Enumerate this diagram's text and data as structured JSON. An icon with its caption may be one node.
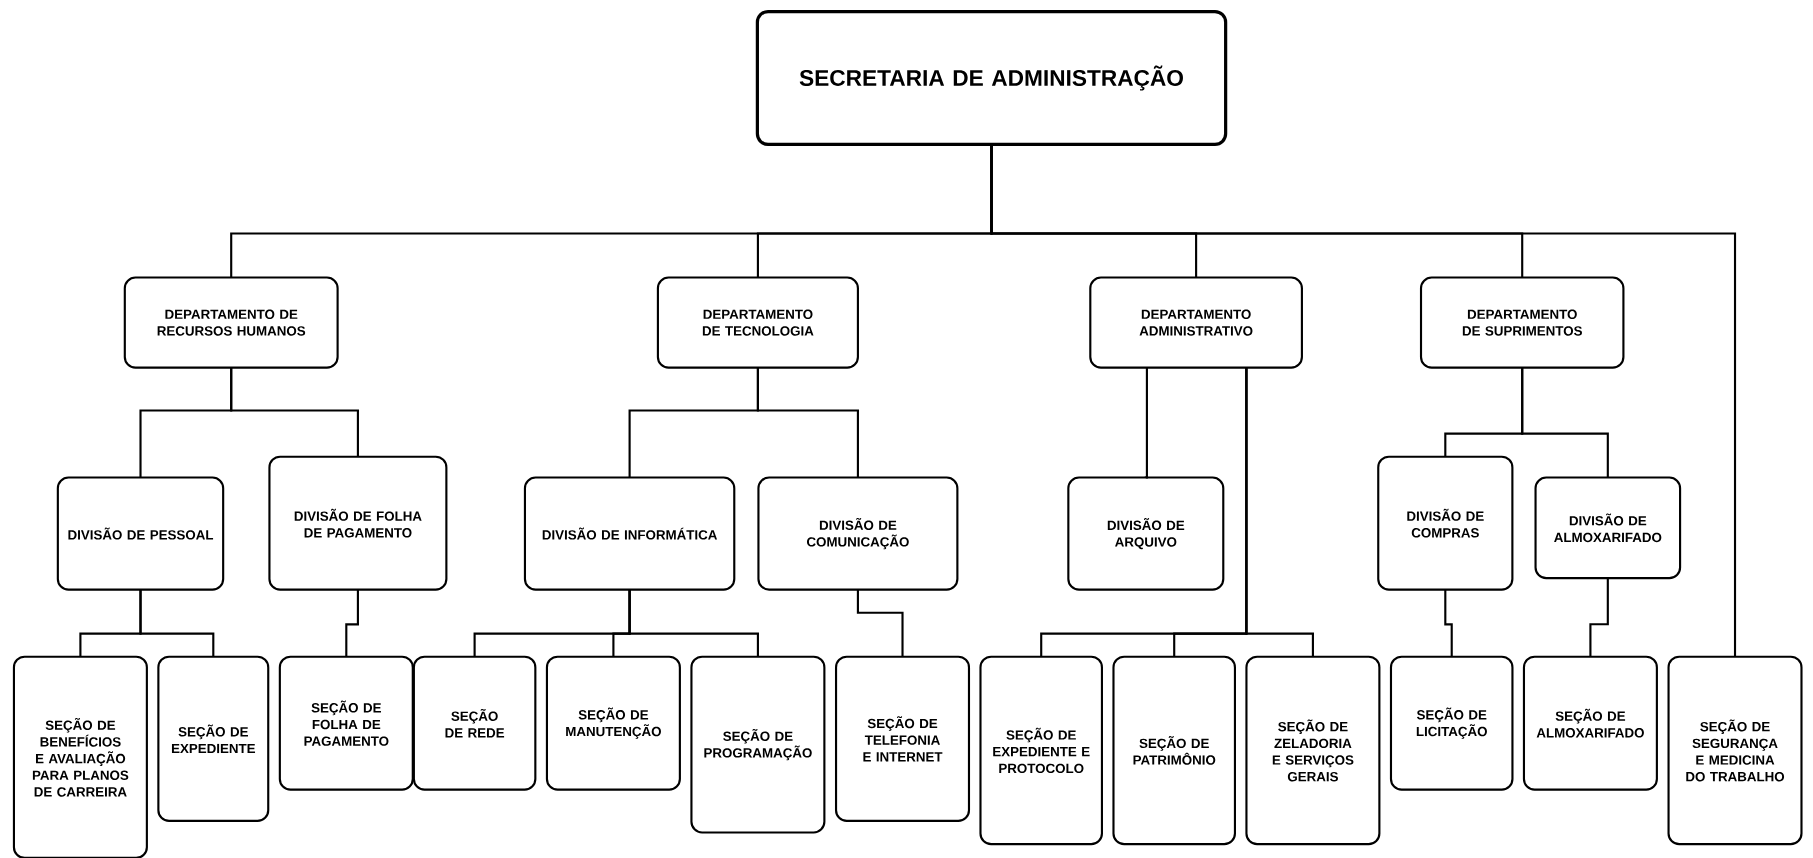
{
  "diagram": {
    "nodes": [
      {
        "text": [
          "SECRETARIA DE ADMINISTRAÇÃO"
        ]
      },
      {
        "text": [
          "DEPARTAMENTO DE RECURSOS HUMANOS"
        ]
      },
      {
        "text": [
          "DEPARTAMENTO DE TECNOLOGIA"
        ]
      },
      {
        "text": [
          "DEPARTAMENTO ADMINISTRATIVO"
        ]
      },
      {
        "text": [
          "DEPARTAMENTO DE SUPRIMENTOS"
        ]
      },
      {
        "text": [
          "DIVISÃO DE PESSOAL"
        ]
      },
      {
        "text": [
          "DIVISÃO DE FOLHA DE PAGAMENTO"
        ]
      },
      {
        "text": [
          "DIVISÃO DE INFORMÁTICA"
        ]
      },
      {
        "text": [
          "DIVISÃO DE COMUNICAÇÃO"
        ]
      },
      {
        "text": [
          "DIVISÃO DE ARQUIVO"
        ]
      },
      {
        "text": [
          "DIVISÃO DE COMPRAS"
        ]
      },
      {
        "text": [
          "DIVISÃO DE ALMOXARIFADO"
        ]
      },
      {
        "text": [
          "SEÇÃO DE BENEFÍCIOS E AVALIAÇÃO PARA PLANOS DE CARREIRA"
        ]
      },
      {
        "text": [
          "SEÇÃO DE EXPEDIENTE"
        ]
      },
      {
        "text": [
          "SEÇÃO DE FOLHA DE PAGAMENTO"
        ]
      },
      {
        "text": [
          "SEÇÃO DE REDE"
        ]
      },
      {
        "text": [
          "SEÇÃO DE MANUTENÇÃO"
        ]
      },
      {
        "text": [
          "SEÇÃO DE PROGRAMAÇÃO"
        ]
      },
      {
        "text": [
          "SEÇÃO DE TELEFONIA E INTERNET"
        ]
      },
      {
        "text": [
          "SEÇÃO DE EXPEDIENTE E PROTOCOLO"
        ]
      },
      {
        "text": [
          "SEÇÃO DE PATRIMÔNIO"
        ]
      },
      {
        "text": [
          "SEÇÃO DE ZELADORIA E SERVIÇOS GERAIS"
        ]
      },
      {
        "text": [
          "SEÇÃO DE LICITAÇÃO"
        ]
      },
      {
        "text": [
          "SEÇÃO DE ALMOXARIFADO"
        ]
      },
      {
        "text": [
          "SEÇÃO DE SEGURANÇA E MEDICINA DO TRABALHO"
        ]
      }
    ],
    "edges": [
      {
        "from": 0,
        "to": 1,
        "arrow": "none"
      },
      {
        "from": 0,
        "to": 2,
        "arrow": "none"
      },
      {
        "from": 0,
        "to": 3,
        "arrow": "none"
      },
      {
        "from": 0,
        "to": 4,
        "arrow": "none"
      },
      {
        "from": 0,
        "to": 24,
        "arrow": "none"
      },
      {
        "from": 1,
        "to": 5,
        "arrow": "none"
      },
      {
        "from": 1,
        "to": 6,
        "arrow": "none"
      },
      {
        "from": 2,
        "to": 7,
        "arrow": "none"
      },
      {
        "from": 2,
        "to": 8,
        "arrow": "none"
      },
      {
        "from": 3,
        "to": 9,
        "arrow": "none"
      },
      {
        "from": 3,
        "to": 19,
        "arrow": "none"
      },
      {
        "from": 3,
        "to": 20,
        "arrow": "none"
      },
      {
        "from": 3,
        "to": 21,
        "arrow": "none"
      },
      {
        "from": 4,
        "to": 10,
        "arrow": "none"
      },
      {
        "from": 4,
        "to": 11,
        "arrow": "none"
      },
      {
        "from": 5,
        "to": 12,
        "arrow": "none"
      },
      {
        "from": 5,
        "to": 13,
        "arrow": "none"
      },
      {
        "from": 6,
        "to": 14,
        "arrow": "none"
      },
      {
        "from": 7,
        "to": 15,
        "arrow": "none"
      },
      {
        "from": 7,
        "to": 16,
        "arrow": "none"
      },
      {
        "from": 7,
        "to": 17,
        "arrow": "none"
      },
      {
        "from": 8,
        "to": 18,
        "arrow": "none"
      },
      {
        "from": 10,
        "to": 22,
        "arrow": "none"
      },
      {
        "from": 11,
        "to": 23,
        "arrow": "none"
      }
    ]
  }
}
